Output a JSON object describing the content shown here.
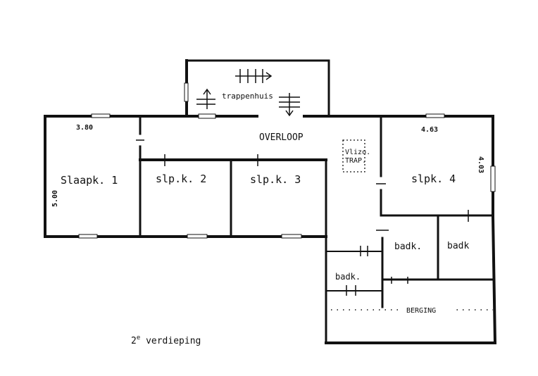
{
  "floor": {
    "title_main": "2",
    "title_sup": "e",
    "title_rest": " verdieping"
  },
  "rooms": {
    "slaapk1": "Slaapk. 1",
    "slpk2": "slp.k. 2",
    "slpk3": "slp.k. 3",
    "slpk4": "slpk. 4",
    "overloop": "OVERLOOP",
    "trappenhuis": "trappenhuis",
    "vlizo_line1": "Vlizo.",
    "vlizo_line2": "TRAP.",
    "badk_left": "badk.",
    "badk_mid": "badk.",
    "badk_right": "badk",
    "berging": "BERGING"
  },
  "dimensions": {
    "slaapk1_width": "3.80",
    "slaapk1_depth": "5.00",
    "slpk4_width": "4.63",
    "slpk4_depth": "4.03"
  },
  "colors": {
    "wall": "#111111",
    "background": "#ffffff"
  }
}
